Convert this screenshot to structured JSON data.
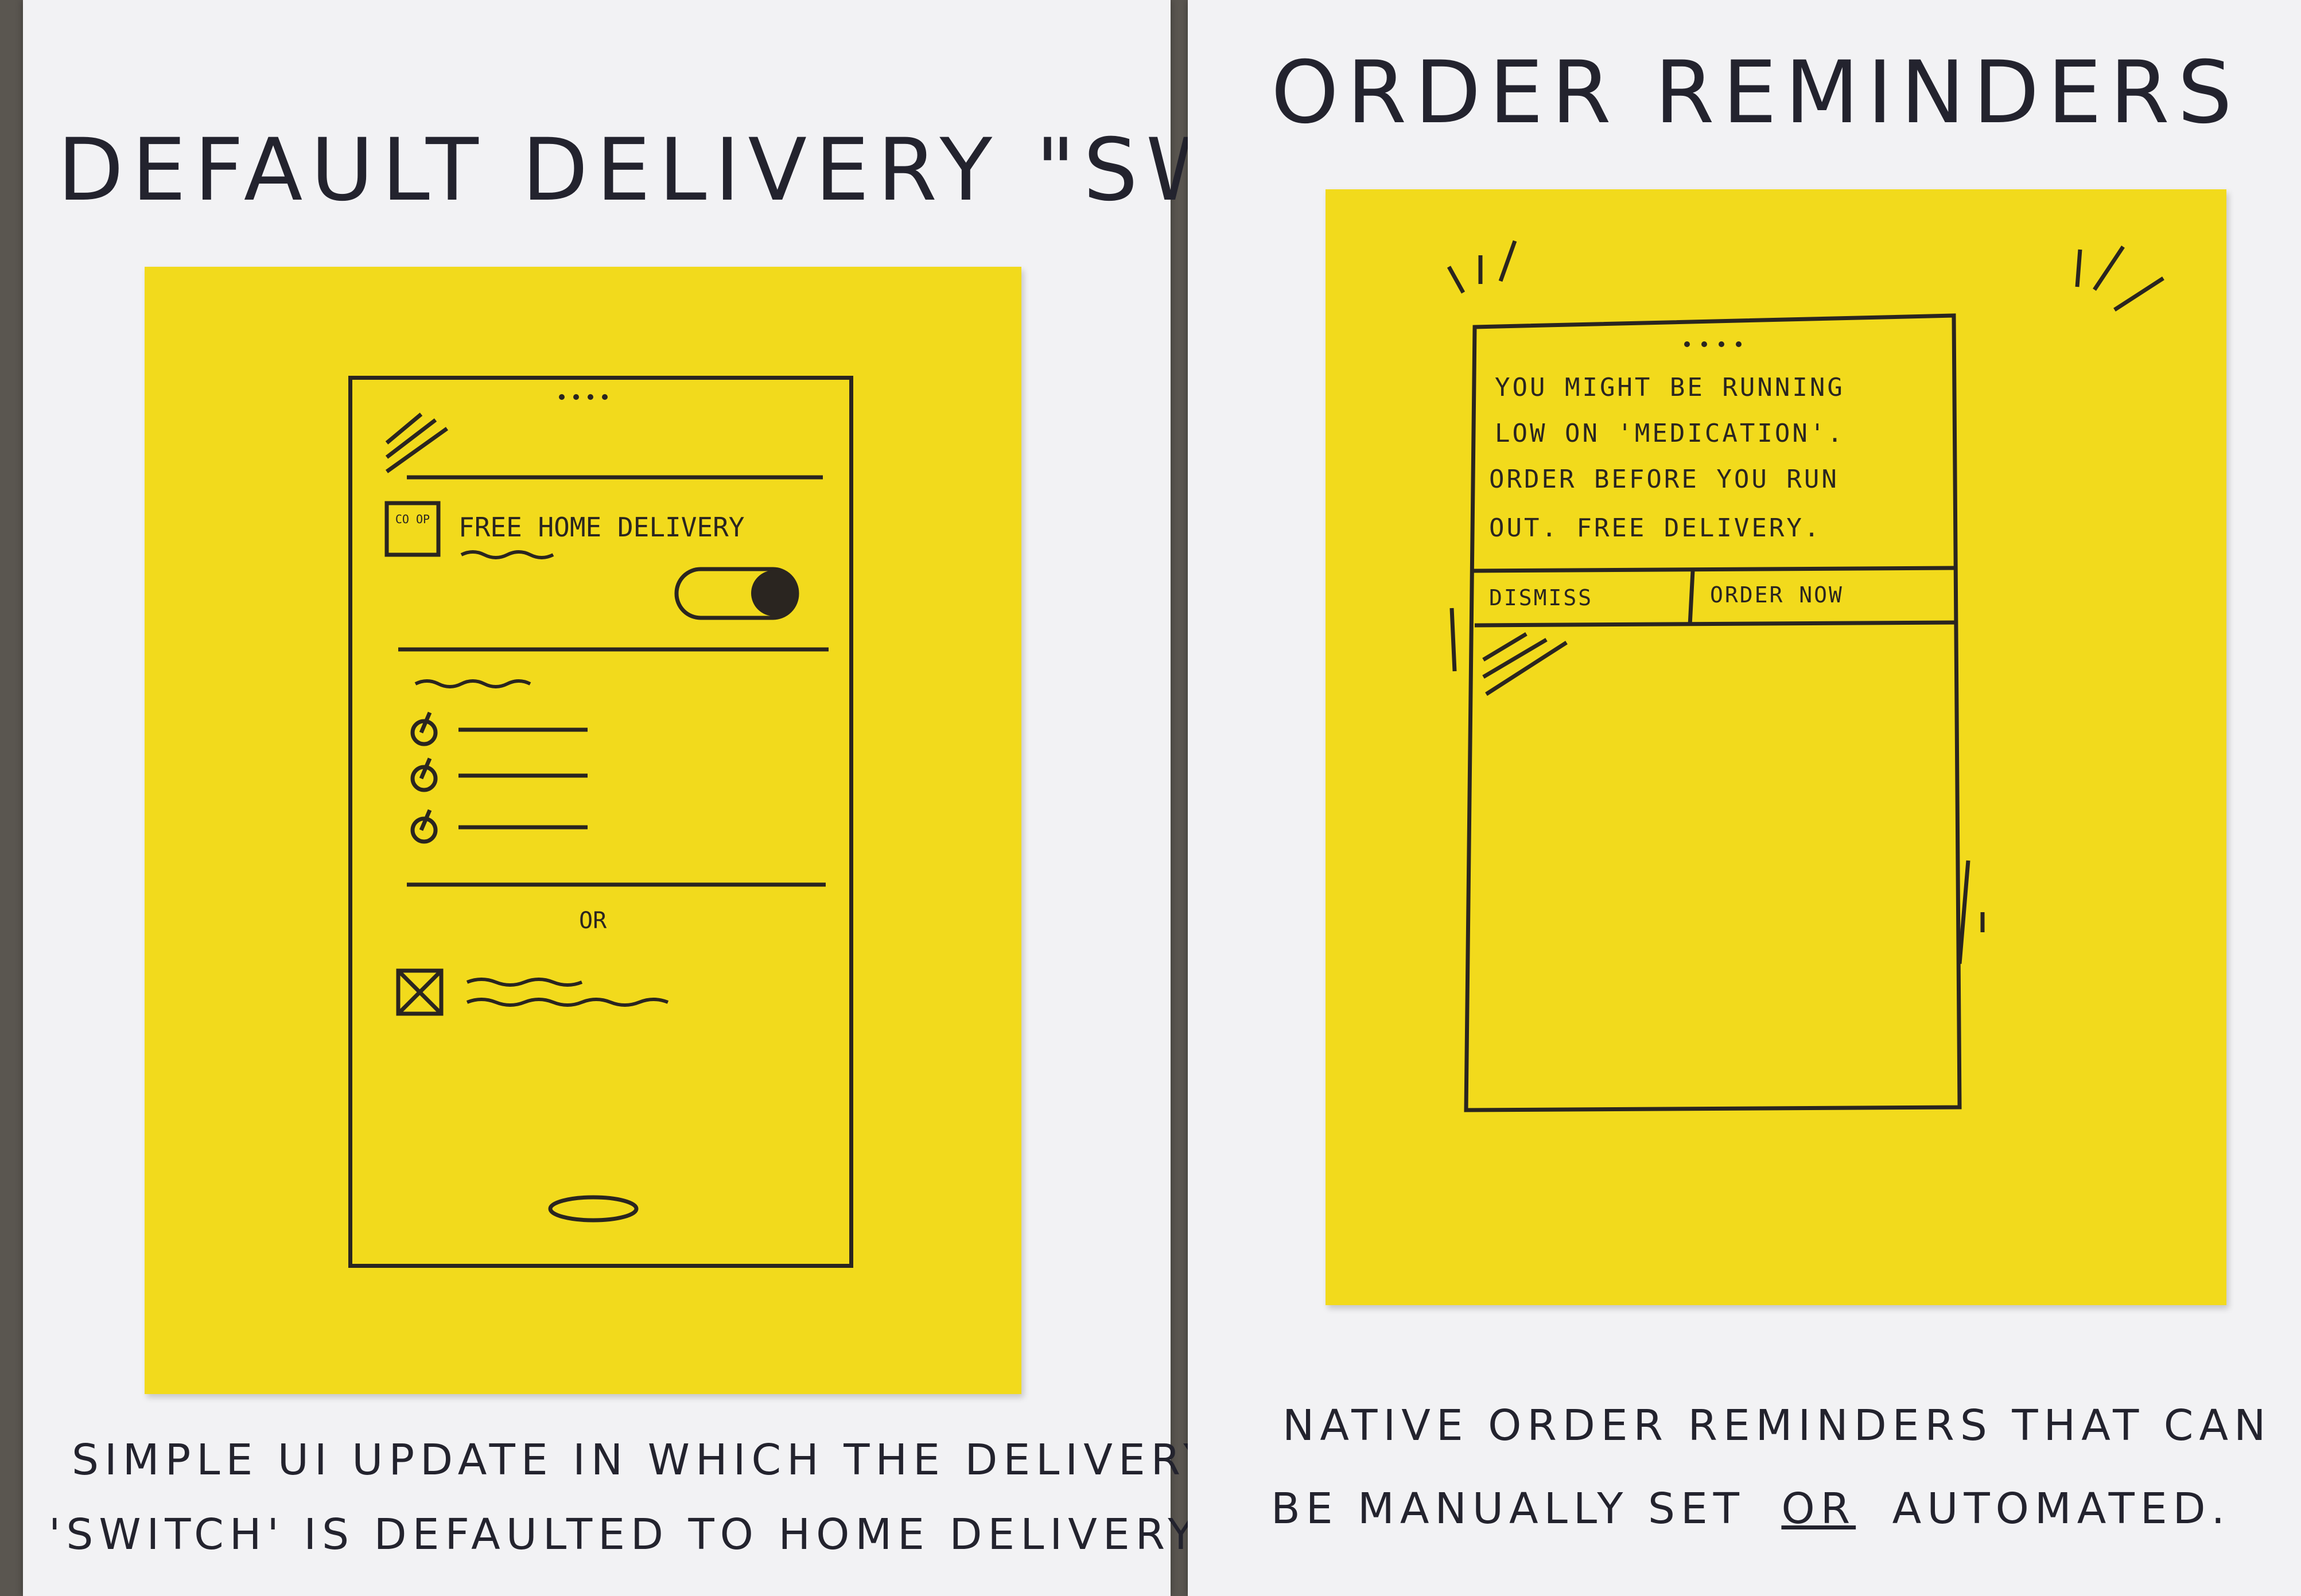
{
  "left_board": {
    "title": "Default delivery \"switch\"",
    "note": {
      "logo_text": "CO OP",
      "offer_label": "Free home delivery",
      "toggle_state": "on",
      "checklist_checked_count": 3,
      "divider_text": "or",
      "unchecked_option_count": 1
    },
    "caption_line1": "Simple UI update in which the delivery",
    "caption_line2": "'switch' is defaulted to home delivery."
  },
  "right_board": {
    "title": "Order Reminders",
    "notification": {
      "message_line1": "You might be running",
      "message_line2": "low on 'medication'.",
      "message_line3": "Order before you run",
      "message_line4": "out. Free delivery.",
      "dismiss_label": "Dismiss",
      "order_now_label": "Order now"
    },
    "caption_line1": "Native order reminders that can",
    "caption_line2_start": "be manually set",
    "caption_or": "or",
    "caption_line2_end": "automated."
  },
  "colors": {
    "sticky_note": "#f2da1c",
    "ink": "#2a2520",
    "paper": "#f2f2f4",
    "background": "#5a5650"
  },
  "icons": [
    "hamburger-icon",
    "toggle-switch-icon",
    "checkmark-icon",
    "checkbox-crossed-icon",
    "home-button-icon"
  ]
}
